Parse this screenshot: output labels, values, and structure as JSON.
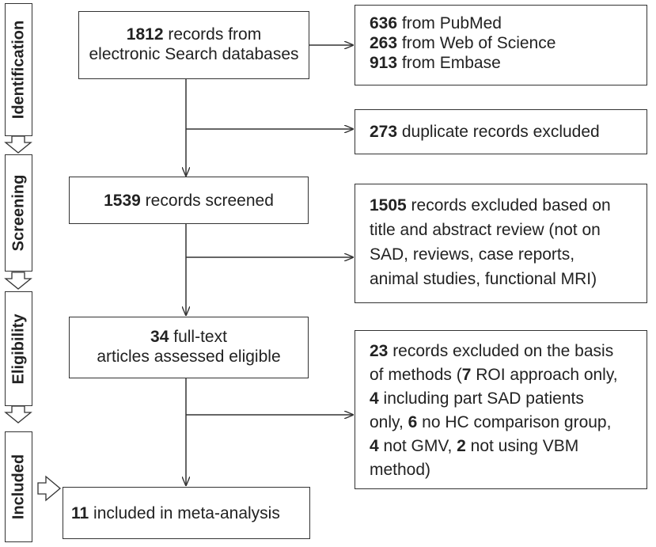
{
  "stages": [
    {
      "id": "identification",
      "label": "Identification"
    },
    {
      "id": "screening",
      "label": "Screening"
    },
    {
      "id": "eligibility",
      "label": "Eligibility"
    },
    {
      "id": "included",
      "label": "Included"
    }
  ],
  "main_boxes": {
    "records_search": {
      "num": "1812",
      "line1": " records from",
      "line2": "electronic Search databases"
    },
    "screened": {
      "num": "1539",
      "text": " records screened"
    },
    "fulltext": {
      "num": "34",
      "line1": " full-text",
      "line2": "articles assessed eligible"
    },
    "included": {
      "num": "11",
      "text": " included in meta-analysis"
    }
  },
  "side_boxes": {
    "sources": {
      "pubmed_num": "636",
      "pubmed_text": " from PubMed",
      "wos_num": "263",
      "wos_text": " from Web of Science",
      "embase_num": "913",
      "embase_text": " from Embase"
    },
    "duplicates": {
      "num": "273",
      "text": " duplicate records excluded"
    },
    "title_abstract": {
      "num": "1505",
      "line1": " records excluded based on",
      "line2": "title and abstract review (not on",
      "line3": "SAD, reviews, case reports,",
      "line4": "animal studies, functional MRI)"
    },
    "methods": {
      "num": "23",
      "line1": " records excluded on the basis",
      "line2a": "of methods (",
      "n_roi": "7",
      "line2b": " ROI approach only,",
      "n_part": "4",
      "line3": " including part SAD patients",
      "line4a": "only, ",
      "n_hc": "6",
      "line4b": " no HC comparison group,",
      "n_gmv": "4",
      "line5a": " not GMV, ",
      "n_vbm": "2",
      "line5b": " not using VBM",
      "line6": "method)"
    }
  }
}
